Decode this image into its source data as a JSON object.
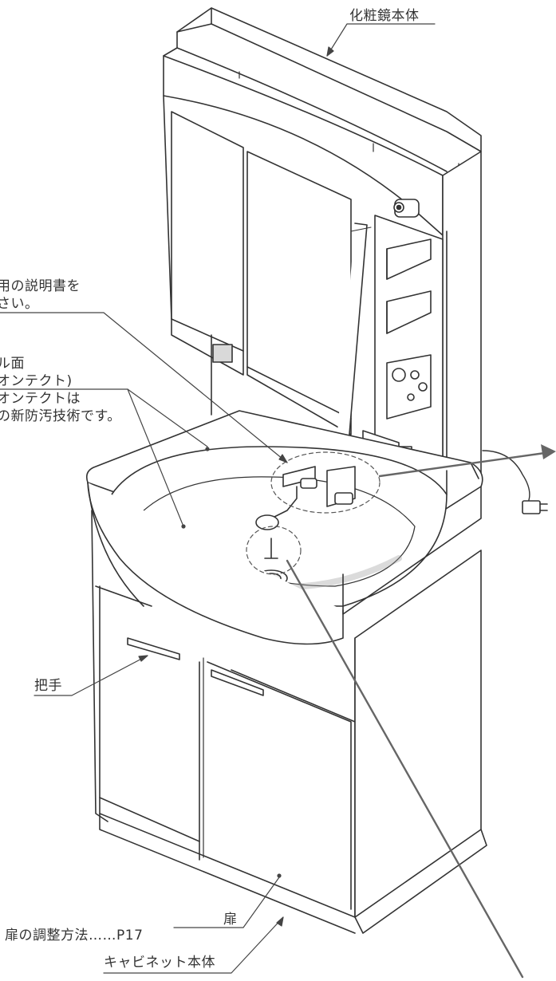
{
  "labels": {
    "mirror_body": "化粧鏡本体",
    "manual_line1": "用の説明書を",
    "manual_line2": "さい。",
    "bowl_line1": "ル面",
    "bowl_line2": "オンテクト)",
    "bowl_line3": "オンテクトは",
    "bowl_line4": "の新防汚技術です。",
    "handle": "把手",
    "door": "扉",
    "door_adjust": "扉の調整方法……P17",
    "cabinet_body": "キャビネット本体"
  },
  "colors": {
    "line": "#333333",
    "thin": "#555555",
    "leader": "#444444",
    "arrow": "#666666",
    "shade": "#d9d9d9",
    "light": "#eeeeee",
    "paper": "#ffffff"
  }
}
